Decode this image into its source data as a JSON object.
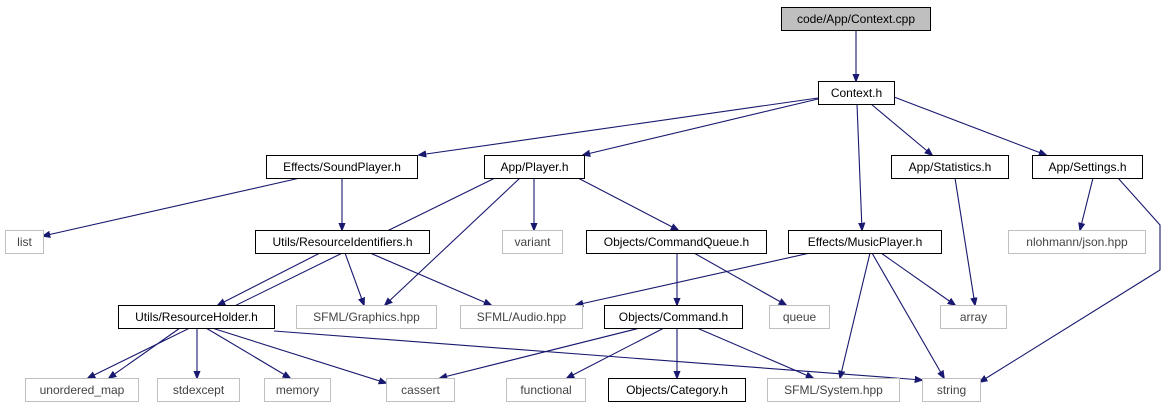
{
  "graph": {
    "title": "",
    "nodes": [
      {
        "id": "context_cpp",
        "label": "code/App/Context.cpp",
        "kind": "root"
      },
      {
        "id": "context_h",
        "label": "Context.h",
        "kind": "defined"
      },
      {
        "id": "soundplayer",
        "label": "Effects/SoundPlayer.h",
        "kind": "defined"
      },
      {
        "id": "player",
        "label": "App/Player.h",
        "kind": "defined"
      },
      {
        "id": "statistics",
        "label": "App/Statistics.h",
        "kind": "defined"
      },
      {
        "id": "settings",
        "label": "App/Settings.h",
        "kind": "defined"
      },
      {
        "id": "list",
        "label": "list",
        "kind": "external"
      },
      {
        "id": "resid",
        "label": "Utils/ResourceIdentifiers.h",
        "kind": "defined"
      },
      {
        "id": "variant",
        "label": "variant",
        "kind": "external"
      },
      {
        "id": "cmdqueue",
        "label": "Objects/CommandQueue.h",
        "kind": "defined"
      },
      {
        "id": "musicplayer",
        "label": "Effects/MusicPlayer.h",
        "kind": "defined"
      },
      {
        "id": "json",
        "label": "nlohmann/json.hpp",
        "kind": "external"
      },
      {
        "id": "resholder",
        "label": "Utils/ResourceHolder.h",
        "kind": "defined"
      },
      {
        "id": "graphics",
        "label": "SFML/Graphics.hpp",
        "kind": "external"
      },
      {
        "id": "audio",
        "label": "SFML/Audio.hpp",
        "kind": "external"
      },
      {
        "id": "command",
        "label": "Objects/Command.h",
        "kind": "defined"
      },
      {
        "id": "queue",
        "label": "queue",
        "kind": "external"
      },
      {
        "id": "array",
        "label": "array",
        "kind": "external"
      },
      {
        "id": "unordered_map",
        "label": "unordered_map",
        "kind": "external"
      },
      {
        "id": "stdexcept",
        "label": "stdexcept",
        "kind": "external"
      },
      {
        "id": "memory",
        "label": "memory",
        "kind": "external"
      },
      {
        "id": "cassert",
        "label": "cassert",
        "kind": "external"
      },
      {
        "id": "functional",
        "label": "functional",
        "kind": "external"
      },
      {
        "id": "category",
        "label": "Objects/Category.h",
        "kind": "defined"
      },
      {
        "id": "system",
        "label": "SFML/System.hpp",
        "kind": "external"
      },
      {
        "id": "string",
        "label": "string",
        "kind": "external"
      }
    ],
    "edges": [
      {
        "from": "context_cpp",
        "to": "context_h"
      },
      {
        "from": "context_h",
        "to": "soundplayer"
      },
      {
        "from": "context_h",
        "to": "player"
      },
      {
        "from": "context_h",
        "to": "musicplayer"
      },
      {
        "from": "context_h",
        "to": "statistics"
      },
      {
        "from": "context_h",
        "to": "settings"
      },
      {
        "from": "soundplayer",
        "to": "list"
      },
      {
        "from": "soundplayer",
        "to": "resid"
      },
      {
        "from": "player",
        "to": "unordered_map"
      },
      {
        "from": "player",
        "to": "graphics"
      },
      {
        "from": "player",
        "to": "variant"
      },
      {
        "from": "player",
        "to": "cmdqueue"
      },
      {
        "from": "resid",
        "to": "resholder"
      },
      {
        "from": "resid",
        "to": "graphics"
      },
      {
        "from": "resid",
        "to": "audio"
      },
      {
        "from": "cmdqueue",
        "to": "command"
      },
      {
        "from": "cmdqueue",
        "to": "queue"
      },
      {
        "from": "musicplayer",
        "to": "audio"
      },
      {
        "from": "musicplayer",
        "to": "array"
      },
      {
        "from": "musicplayer",
        "to": "system"
      },
      {
        "from": "musicplayer",
        "to": "string"
      },
      {
        "from": "statistics",
        "to": "array"
      },
      {
        "from": "settings",
        "to": "json"
      },
      {
        "from": "settings",
        "to": "string"
      },
      {
        "from": "resholder",
        "to": "unordered_map"
      },
      {
        "from": "resholder",
        "to": "stdexcept"
      },
      {
        "from": "resholder",
        "to": "memory"
      },
      {
        "from": "resholder",
        "to": "cassert"
      },
      {
        "from": "resholder",
        "to": "string"
      },
      {
        "from": "command",
        "to": "cassert"
      },
      {
        "from": "command",
        "to": "functional"
      },
      {
        "from": "command",
        "to": "category"
      },
      {
        "from": "command",
        "to": "system"
      }
    ],
    "colors": {
      "edge": "#191970",
      "root_fill": "#bfbfbf",
      "defined_border": "#000000",
      "external_border": "#bfbfbf",
      "background": "#ffffff"
    }
  }
}
